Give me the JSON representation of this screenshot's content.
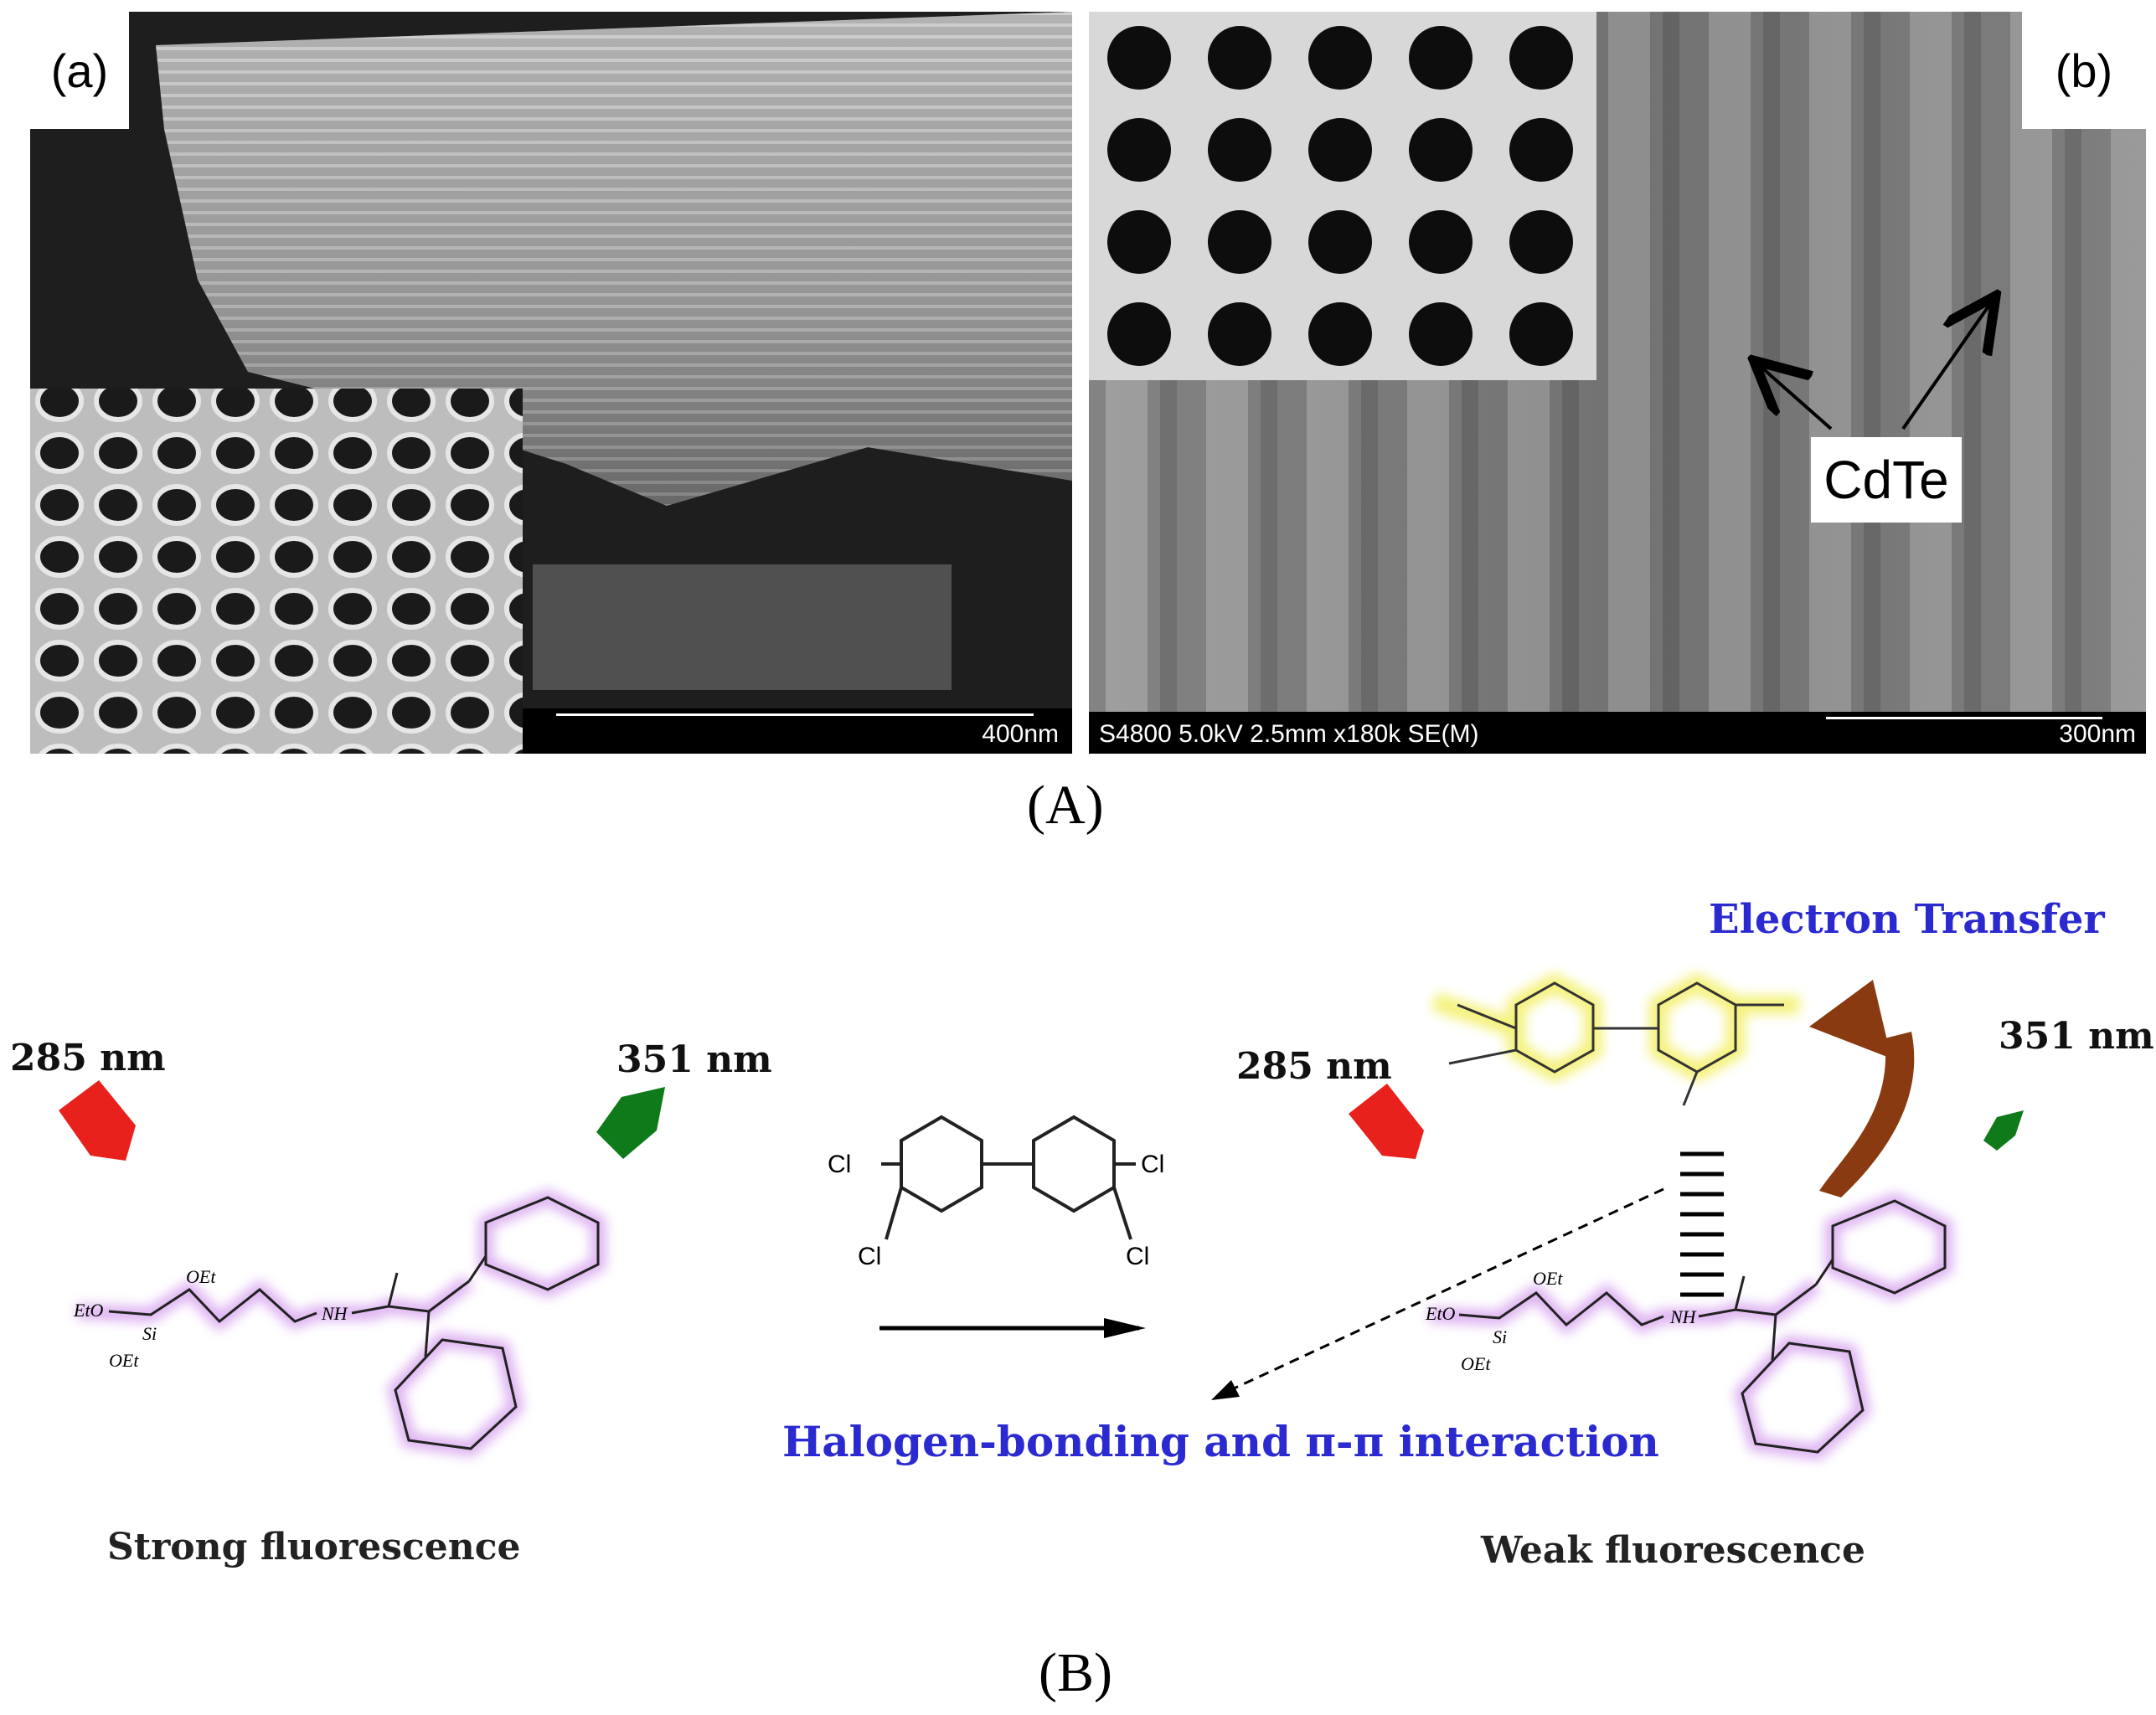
{
  "panelA": {
    "label_a": "(a)",
    "scale_a": "400nm",
    "label_b": "(b)",
    "cdte": "CdTe",
    "scale_b_info": "S4800 5.0kV 2.5mm x180k SE(M)",
    "scale_b": "300nm",
    "caption": "(A)"
  },
  "panelB": {
    "left_excitation": "285 nm",
    "left_emission": "351 nm",
    "left_result": "Strong fluorescence",
    "right_excitation": "285 nm",
    "right_emission": "351 nm",
    "right_result": "Weak fluorescence",
    "electron_transfer": "Electron Transfer",
    "interaction": "Halogen-bonding and π-π interaction",
    "caption": "(B)",
    "reagent_cl_labels": [
      "Cl",
      "Cl",
      "Cl",
      "Cl"
    ],
    "molecule_labels": [
      "EtO",
      "OEt",
      "OEt",
      "NH",
      "Si"
    ],
    "colors": {
      "red_arrow": "#e8211c",
      "green_arrow": "#0f7a1a",
      "brown_arrow": "#8a3a10",
      "highlight_purple": "#d9a8f0",
      "highlight_yellow": "#f4f27a",
      "blue_text": "#2a2ad0"
    }
  }
}
